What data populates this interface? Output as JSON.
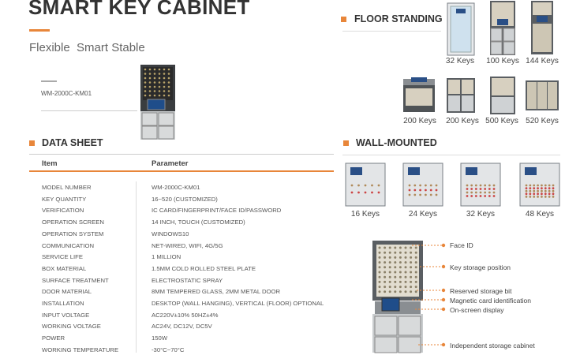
{
  "header": {
    "title": "SMART KEY CABINET",
    "subtitle": "Flexible  Smart Stable",
    "model_label": "WM-2000C-KM01"
  },
  "floor_standing": {
    "title": "FLOOR STANDING",
    "row1": [
      "32 Keys",
      "100 Keys",
      "144 Keys"
    ],
    "row2": [
      "200 Keys",
      "200 Keys",
      "500 Keys",
      "520 Keys"
    ]
  },
  "wall_mounted": {
    "title": "WALL-MOUNTED",
    "items": [
      "16 Keys",
      "24 Keys",
      "32 Keys",
      "48 Keys"
    ]
  },
  "data_sheet": {
    "title": "DATA SHEET",
    "col_item": "Item",
    "col_param": "Parameter",
    "rows": [
      {
        "item": "MODEL NUMBER",
        "param": "WM-2000C-KM01"
      },
      {
        "item": "KEY QUANTITY",
        "param": "16~520  (CUSTOMIZED)"
      },
      {
        "item": "VERIFICATION",
        "param": "IC CARD/FINGERPRINT/FACE ID/PASSWORD"
      },
      {
        "item": "OPERATION SCREEN",
        "param": "14 INCH, TOUCH (CUSTOMIZED)"
      },
      {
        "item": "OPERATION SYSTEM",
        "param": "WINDOWS10"
      },
      {
        "item": "COMMUNICATION",
        "param": "NET-WIRED,  WIFI,  4G/5G"
      },
      {
        "item": "SERVICE LIFE",
        "param": "1 MILLION"
      },
      {
        "item": "BOX MATERIAL",
        "param": "1.5MM COLD ROLLED STEEL PLATE"
      },
      {
        "item": "SURFACE TREATMENT",
        "param": "ELECTROSTATIC SPRAY"
      },
      {
        "item": "DOOR MATERIAL",
        "param": "8MM TEMPERED GLASS,  2MM METAL DOOR"
      },
      {
        "item": "INSTALLATION",
        "param": "DESKTOP (WALL HANGING), VERTICAL (FLOOR) OPTIONAL"
      },
      {
        "item": "INPUT VOLTAGE",
        "param": "AC220V±10% 50HZ±4%"
      },
      {
        "item": "WORKING VOLTAGE",
        "param": "AC24V, DC12V, DC5V"
      },
      {
        "item": "POWER",
        "param": "150W"
      },
      {
        "item": "WORKING TEMPERATURE",
        "param": "-30°C~70°C"
      }
    ]
  },
  "features": [
    "Face ID",
    "Key storage position",
    "Reserved storage bit",
    "Magnetic card identification",
    "On-screen display",
    "Independent storage cabinet"
  ],
  "colors": {
    "accent": "#e8863a",
    "text": "#333333",
    "muted": "#555555"
  }
}
